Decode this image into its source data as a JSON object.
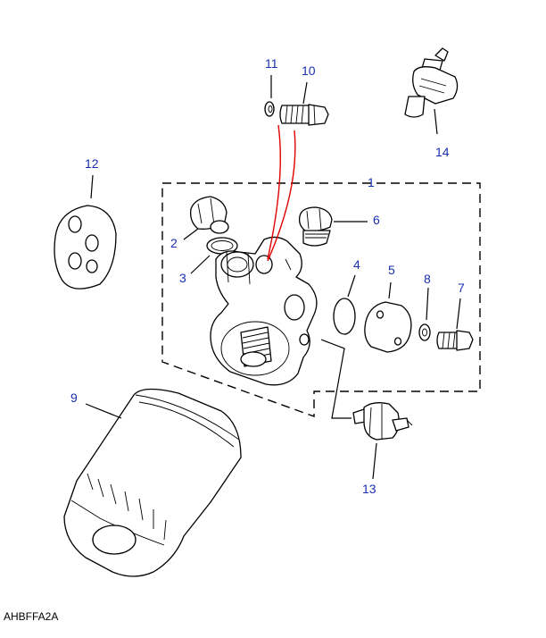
{
  "diagram_code": "AHBFFA2A",
  "callouts": {
    "c1": "1",
    "c2": "2",
    "c3": "3",
    "c4": "4",
    "c5": "5",
    "c6": "6",
    "c7": "7",
    "c8": "8",
    "c9": "9",
    "c10": "10",
    "c11": "11",
    "c12": "12",
    "c13": "13",
    "c14": "14"
  },
  "colors": {
    "callout": "#1a2fb0",
    "highlight": "#e00000",
    "line": "#000000"
  }
}
